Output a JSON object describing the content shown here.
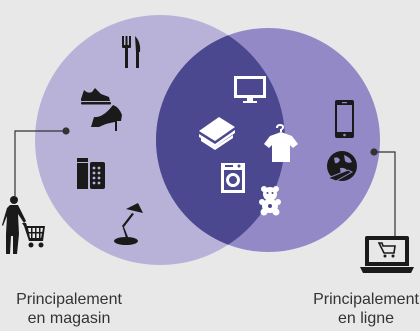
{
  "labels": {
    "store_line1": "Principalement",
    "store_line2": "en magasin",
    "online_line1": "Principalement",
    "online_line2": "en ligne"
  },
  "colors": {
    "background": "#e8e8e8",
    "store_circle": "#b9b2d8",
    "online_circle": "#9289c6",
    "overlap": "#4b4890",
    "connector": "#333333",
    "icon_dark": "#1a1a1a",
    "icon_light": "#ffffff"
  },
  "icons": {
    "store_only": [
      "fork-knife-icon",
      "shoes-icon",
      "cosmetics-icon",
      "lamp-icon"
    ],
    "both": [
      "tv-icon",
      "books-icon",
      "shirt-icon",
      "washing-machine-icon",
      "teddy-bear-icon"
    ],
    "online_only": [
      "smartphone-icon",
      "travel-icon"
    ],
    "people": [
      "shopper-with-cart-icon",
      "laptop-shopping-icon"
    ]
  }
}
